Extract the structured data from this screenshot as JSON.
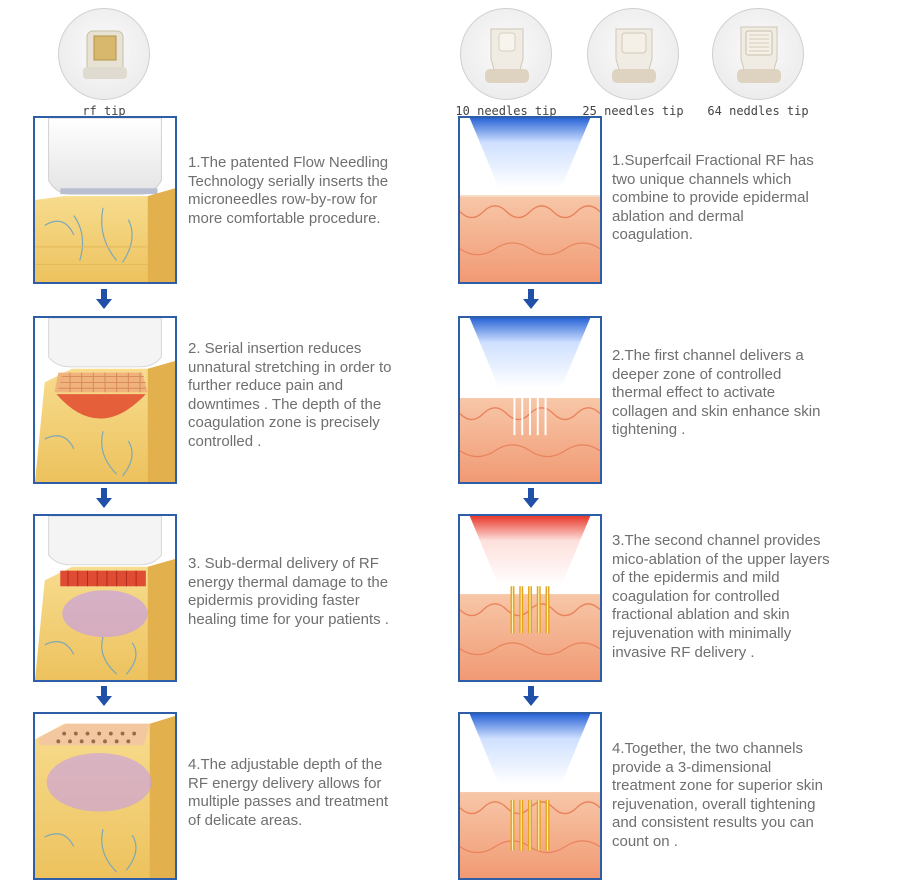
{
  "tips": {
    "rf": "rf tip",
    "t10": "10 needles tip",
    "t25": "25 needles tip",
    "t64": "64 neddles tip"
  },
  "left_steps": [
    "1.The patented Flow Needling\nTechnology serially inserts the\nmicroneedles row-by-row for\nmore comfortable procedure.",
    "2. Serial insertion reduces\nunnatural stretching in order to\nfurther reduce pain and\ndowntimes . The depth of the\ncoagulation zone is precisely\ncontrolled .",
    "3. Sub-dermal delivery of RF\nenergy thermal damage to the\nepidermis providing faster\nhealing time for your patients .",
    "4.The adjustable depth of the\nRF energy delivery allows for\nmultiple passes and treatment\nof delicate areas."
  ],
  "right_steps": [
    "1.Superfcail Fractional RF has\ntwo unique channels which\ncombine to provide epidermal\nablation and dermal\ncoagulation.",
    "2.The first channel delivers a\ndeeper zone of controlled\nthermal effect to activate\ncollagen and skin enhance skin\ntightening .",
    "3.The second channel provides\nmico-ablation of the upper layers\nof the epidermis and mild\ncoagulation for controlled\nfractional ablation and skin\nrejuvenation with minimally\ninvasive RF delivery .",
    "4.Together, the two channels\nprovide a 3-dimensional\ntreatment zone for superior skin\nrejuvenation, overall tightening\nand consistent results you can\ncount on ."
  ],
  "colors": {
    "frame_border": "#2f5ea8",
    "arrow": "#2050a8",
    "skin_yellow": "#f3d27a",
    "skin_orange": "#f2a27d",
    "probe_blue": "#2a64d6",
    "probe_red": "#e8392b"
  }
}
